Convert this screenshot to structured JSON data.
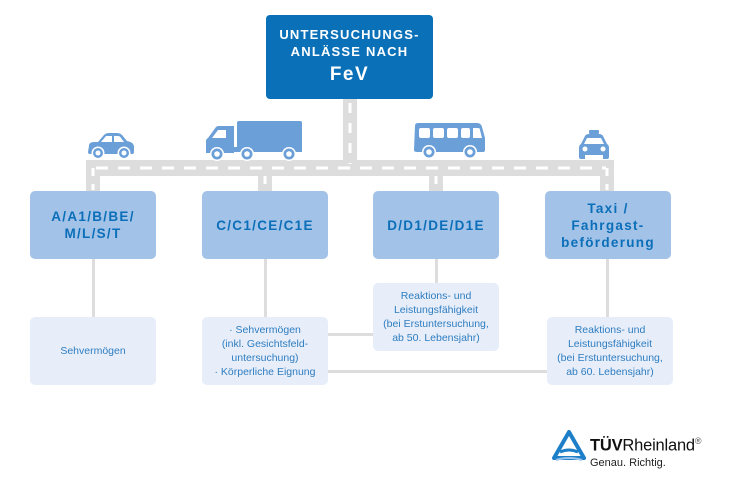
{
  "title": {
    "line1": "UNTERSUCHUNGS-",
    "line2": "ANLÄSSE NACH",
    "line3": "FeV"
  },
  "vehicles": [
    {
      "icon": "car-icon"
    },
    {
      "icon": "truck-icon"
    },
    {
      "icon": "bus-icon"
    },
    {
      "icon": "taxi-icon"
    }
  ],
  "categories": [
    {
      "lines": [
        "A/A1/B/BE/",
        "M/L/S/T"
      ]
    },
    {
      "lines": [
        "C/C1/CE/C1E"
      ]
    },
    {
      "lines": [
        "D/D1/DE/D1E"
      ]
    },
    {
      "lines": [
        "Taxi /",
        "Fahrgast-",
        "beförderung"
      ]
    }
  ],
  "requirements": [
    {
      "lines": [
        "Sehvermögen"
      ]
    },
    {
      "lines": [
        "· Sehvermögen",
        "(inkl. Gesichtsfeld-",
        "untersuchung)",
        "· Körperliche Eignung"
      ]
    },
    {
      "lines": [
        "Reaktions- und",
        "Leistungsfähigkeit",
        "(bei Erstuntersuchung,",
        "ab 50. Lebensjahr)"
      ]
    },
    {
      "lines": [
        "Reaktions- und",
        "Leistungsfähigkeit",
        "(bei Erstuntersuchung,",
        "ab 60. Lebensjahr)"
      ]
    }
  ],
  "logo": {
    "brand_bold": "TÜV",
    "brand_regular": "Rheinland",
    "registered": "®",
    "tagline": "Genau. Richtig."
  },
  "colors": {
    "title_bg": "#0a71b9",
    "category_bg": "#a3c2e8",
    "requirement_bg": "#e8eef9",
    "vehicle": "#6a9fd8",
    "road": "#dddddd"
  }
}
